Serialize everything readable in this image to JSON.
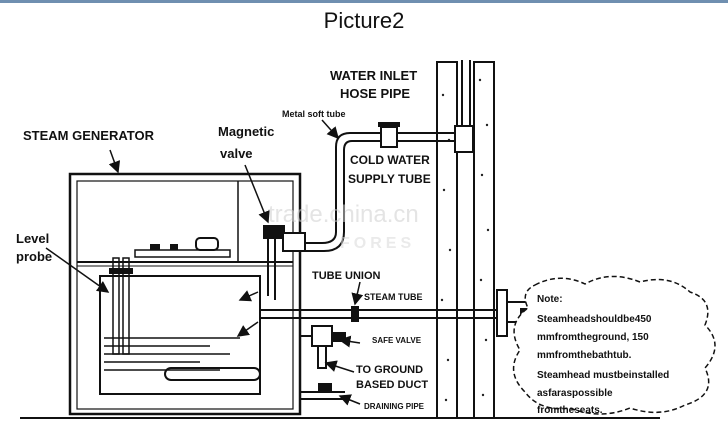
{
  "title": "Picture2",
  "labels": {
    "water_inlet_1": "WATER INLET",
    "water_inlet_2": "HOSE PIPE",
    "metal_soft_tube": "Metal soft tube",
    "cold_water_1": "COLD WATER",
    "cold_water_2": "SUPPLY TUBE",
    "steam_generator": "STEAM GENERATOR",
    "magnetic_1": "Magnetic",
    "magnetic_2": "valve",
    "level_1": "Level",
    "level_2": "probe",
    "tube_union": "TUBE UNION",
    "steam_tube": "STEAM TUBE",
    "safe_valve": "SAFE VALVE",
    "ground_1": "TO GROUND",
    "ground_2": "BASED DUCT",
    "draining_pipe": "DRAINING PIPE"
  },
  "note": {
    "l1": "Note:",
    "l2": "Steamheadshouldbe450",
    "l3": "mmfromtheground, 150",
    "l4": "mmfromthebathtub.",
    "l5": "Steamhead mustbeinstalled",
    "l6": "asfaraspossible",
    "l7": "fromtheseats."
  },
  "watermark": {
    "main": "trade.china.cn",
    "sub": "FORES"
  }
}
